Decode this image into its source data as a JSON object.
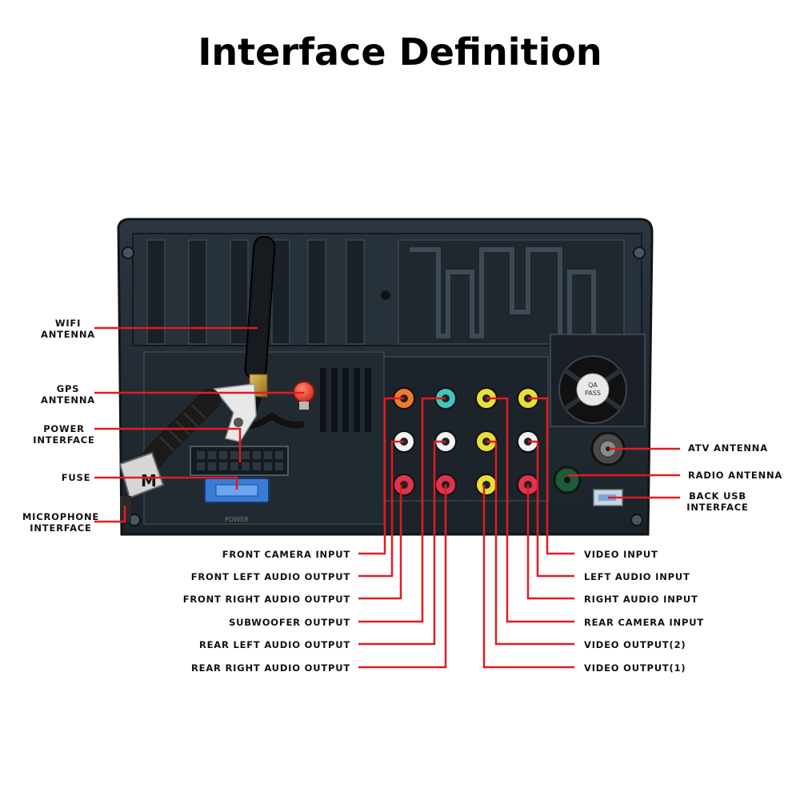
{
  "title": "Interface Definition",
  "device": {
    "fan_sticker": [
      "QA",
      "PASS"
    ],
    "connector_label": "POWER",
    "mic_plug_letter": "M"
  },
  "labels": {
    "left_side": {
      "wifi_antenna": [
        "WIFI",
        "ANTENNA"
      ],
      "gps_antenna": [
        "GPS",
        "ANTENNA"
      ],
      "power_interface": [
        "POWER",
        "INTERFACE"
      ],
      "fuse": "FUSE",
      "microphone_interface": [
        "MICROPHONE",
        "INTERFACE"
      ]
    },
    "right_side": {
      "atv_antenna": "ATV ANTENNA",
      "radio_antenna": "RADIO ANTENNA",
      "back_usb_interface": [
        "BACK USB",
        "INTERFACE"
      ]
    },
    "bottom_left": [
      "FRONT CAMERA INPUT",
      "FRONT LEFT AUDIO OUTPUT",
      "FRONT RIGHT AUDIO OUTPUT",
      "SUBWOOFER OUTPUT",
      "REAR LEFT AUDIO OUTPUT",
      "REAR RIGHT AUDIO OUTPUT"
    ],
    "bottom_right": [
      "VIDEO INPUT",
      "LEFT AUDIO INPUT",
      "RIGHT AUDIO INPUT",
      "REAR CAMERA INPUT",
      "VIDEO OUTPUT(2)",
      "VIDEO OUTPUT(1)"
    ]
  },
  "colors": {
    "leader_line": "#e11b22",
    "device_body": "#222b33",
    "rca_orange": "#f07a2a",
    "rca_cyan": "#3fc6bf",
    "rca_yellow": "#e9dd3a",
    "rca_white": "#f2f2f2",
    "rca_red": "#e2334f"
  }
}
